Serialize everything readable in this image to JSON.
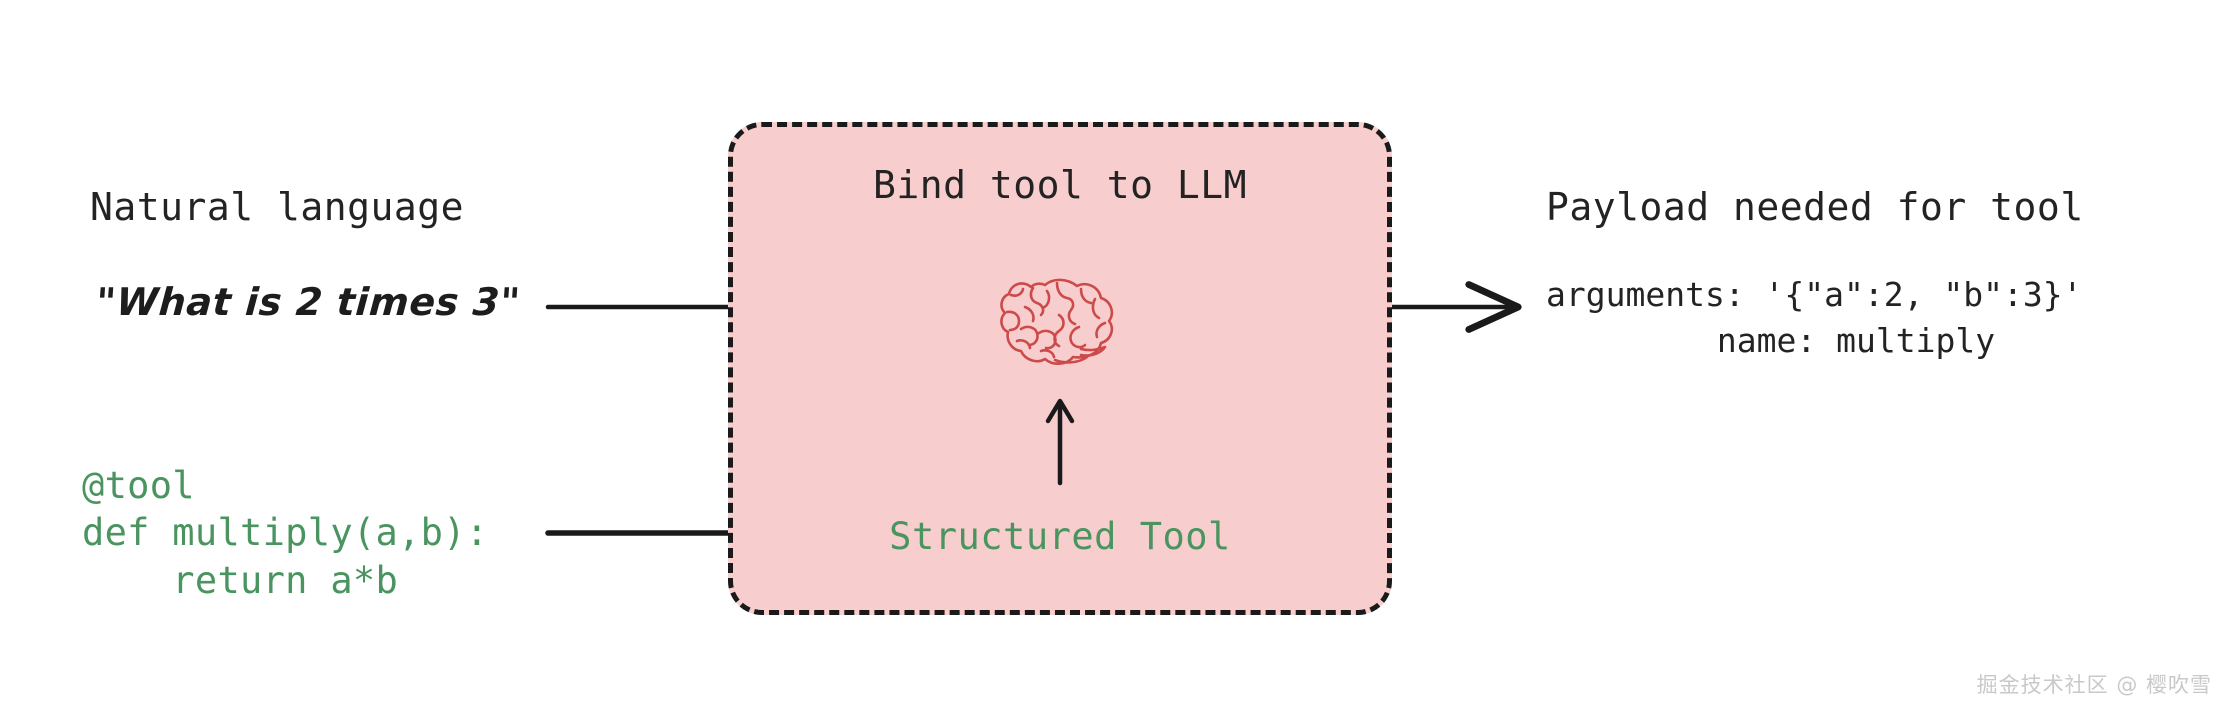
{
  "diagram": {
    "title_left": "Natural language",
    "title_center": "Bind tool to LLM",
    "title_right": "Payload needed for tool",
    "left": {
      "user_query": "\"What is 2 times 3\"",
      "code_lines": [
        "@tool",
        "def multiply(a,b):",
        "    return a*b"
      ],
      "code_block": "@tool\ndef multiply(a,b):\n    return a*b"
    },
    "center": {
      "icon": "brain-icon",
      "tool_label": "Structured Tool",
      "box_fill": "#f8cdcd",
      "box_border_style": "dashed",
      "box_border_color": "#1a1a1a",
      "brain_color": "#cc4a4a"
    },
    "right": {
      "arguments_line": "arguments: '{\"a\":2, \"b\":3}'",
      "name_line": "name: multiply"
    },
    "arrows": [
      {
        "name": "arrow-query-to-llm",
        "direction": "right"
      },
      {
        "name": "arrow-llm-to-payload",
        "direction": "right"
      },
      {
        "name": "arrow-code-to-structured-tool",
        "direction": "right"
      },
      {
        "name": "arrow-structured-tool-to-brain",
        "direction": "up"
      }
    ],
    "colors": {
      "code_green": "#4a9460",
      "text_dark": "#232323",
      "pink": "#f8cdcd",
      "brain_red": "#cc4a4a",
      "watermark_gray": "#c9c9c9"
    }
  },
  "watermark": {
    "text": "掘金技术社区 @ 樱吹雪"
  }
}
